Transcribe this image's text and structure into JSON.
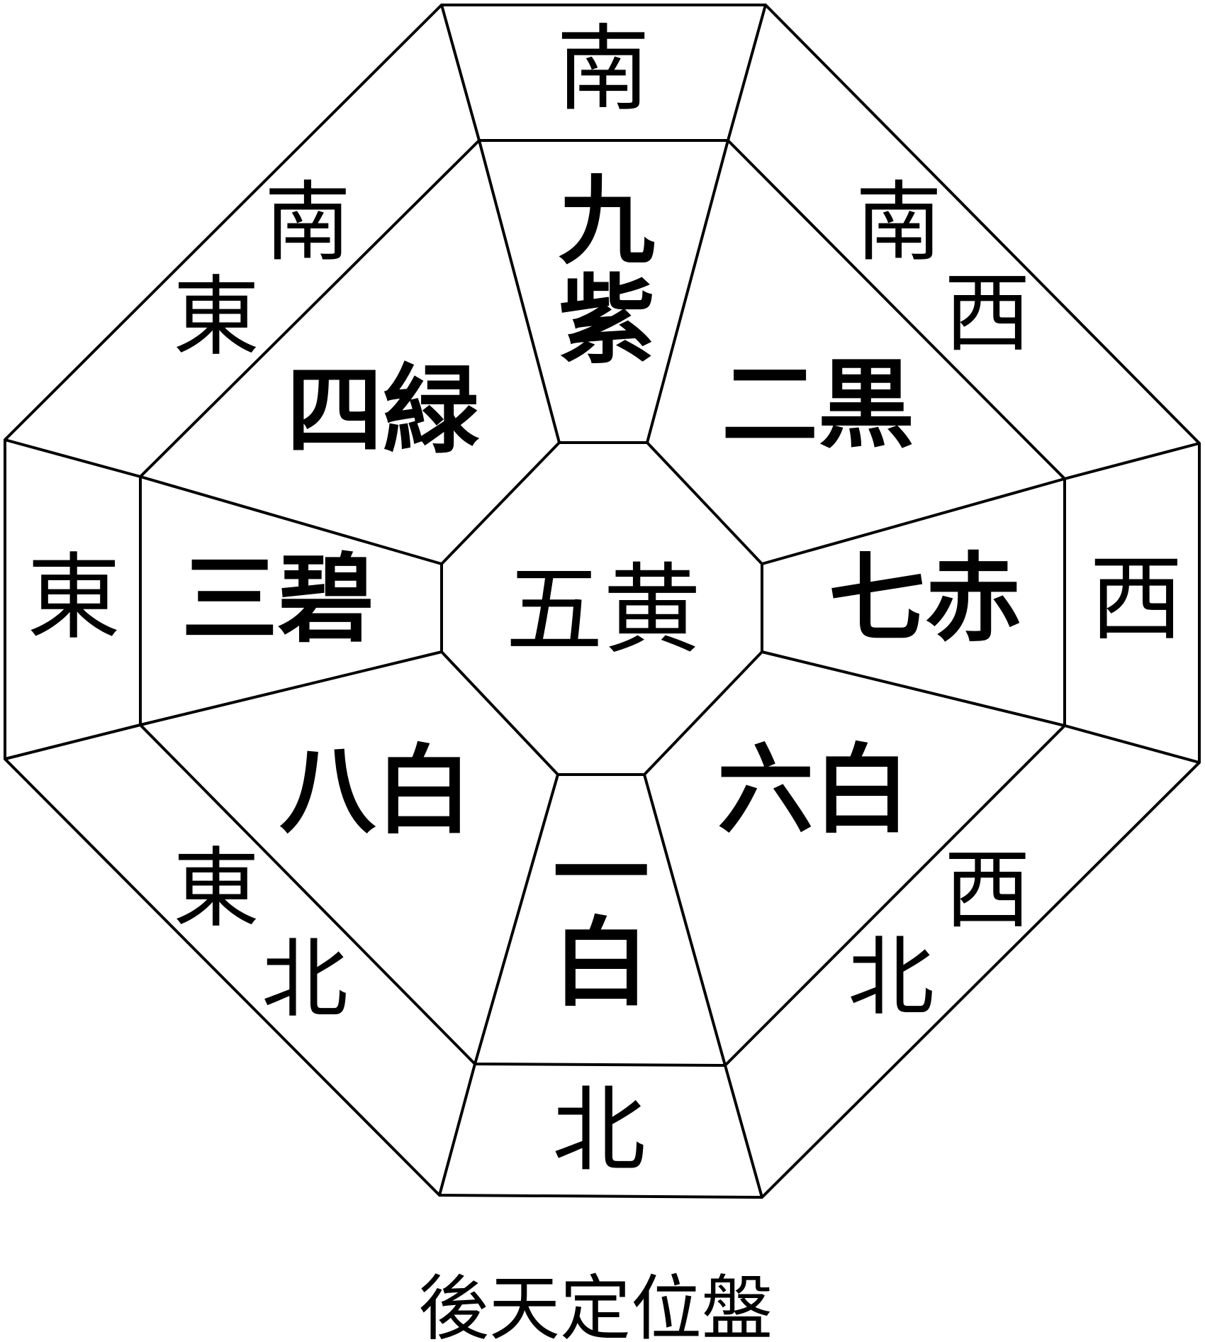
{
  "title": "後天定位盤",
  "colors": {
    "center_fill": "#E8E887",
    "line": "#000000",
    "background": "#FFFFFF"
  },
  "center": {
    "label": "五黄"
  },
  "stars": {
    "south": {
      "num": "九",
      "color": "紫",
      "label": "九紫"
    },
    "southwest": {
      "label": "二黒"
    },
    "west": {
      "label": "七赤"
    },
    "northwest": {
      "label": "六白"
    },
    "north": {
      "num": "一",
      "color": "白",
      "label": "一白"
    },
    "northeast": {
      "label": "八白"
    },
    "east": {
      "label": "三碧"
    },
    "southeast": {
      "label": "四緑"
    }
  },
  "directions": {
    "south": "南",
    "north": "北",
    "east": "東",
    "west": "西",
    "southwest": {
      "a": "南",
      "b": "西"
    },
    "southeast": {
      "a": "南",
      "b": "東"
    },
    "northwest": {
      "a": "西",
      "b": "北"
    },
    "northeast": {
      "a": "東",
      "b": "北"
    }
  }
}
